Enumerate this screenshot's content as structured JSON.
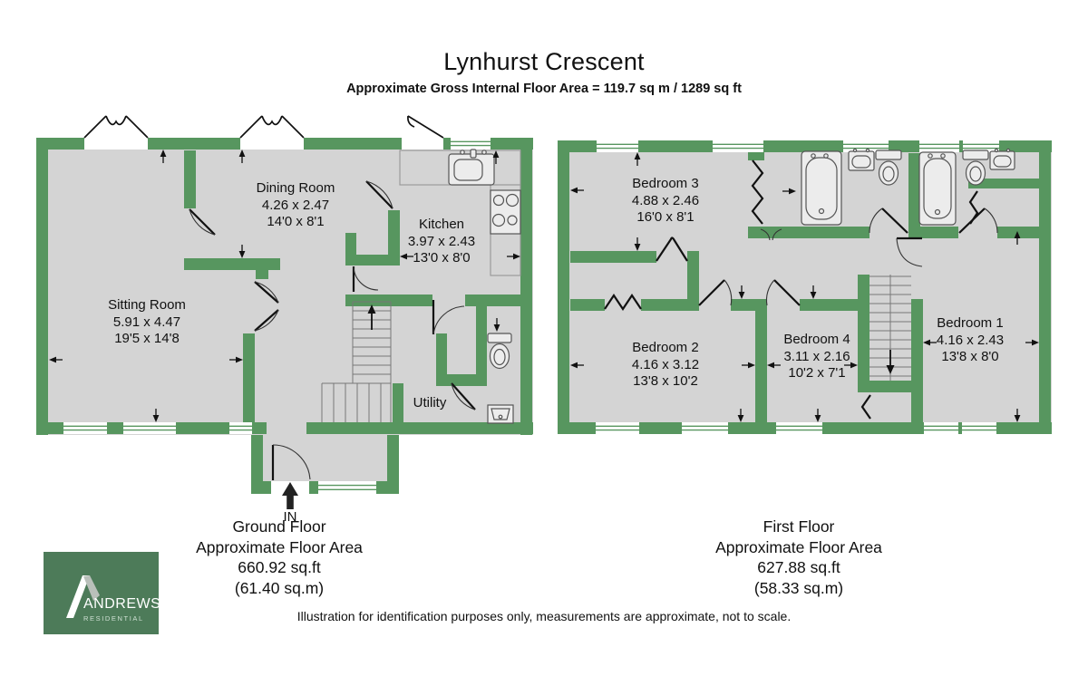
{
  "header": {
    "title": "Lynhurst Crescent",
    "subtitle": "Approximate Gross Internal Floor Area = 119.7 sq m / 1289 sq ft"
  },
  "ground_floor": {
    "rooms": {
      "sitting": {
        "name": "Sitting Room",
        "metric": "5.91 x 4.47",
        "imperial": "19'5 x 14'8"
      },
      "dining": {
        "name": "Dining Room",
        "metric": "4.26 x 2.47",
        "imperial": "14'0 x 8'1"
      },
      "kitchen": {
        "name": "Kitchen",
        "metric": "3.97 x 2.43",
        "imperial": "13'0 x 8'0"
      },
      "utility": {
        "name": "Utility"
      }
    },
    "entrance_label": "IN",
    "caption": [
      "Ground Floor",
      "Approximate Floor Area",
      "660.92 sq.ft",
      "(61.40 sq.m)"
    ]
  },
  "first_floor": {
    "rooms": {
      "bedroom3": {
        "name": "Bedroom 3",
        "metric": "4.88 x 2.46",
        "imperial": "16'0 x 8'1"
      },
      "bedroom2": {
        "name": "Bedroom 2",
        "metric": "4.16 x 3.12",
        "imperial": "13'8 x 10'2"
      },
      "bedroom4": {
        "name": "Bedroom 4",
        "metric": "3.11 x 2.16",
        "imperial": "10'2 x 7'1"
      },
      "bedroom1": {
        "name": "Bedroom 1",
        "metric": "4.16 x 2.43",
        "imperial": "13'8 x 8'0"
      }
    },
    "caption": [
      "First Floor",
      "Approximate Floor Area",
      "627.88 sq.ft",
      "(58.33 sq.m)"
    ]
  },
  "footer": {
    "disclaimer": "Illustration for identification purposes only, measurements are approximate, not to scale."
  },
  "logo": {
    "brand": "ANDREWS",
    "tagline": "RESIDENTIAL"
  },
  "colors": {
    "wall_green": "#57965f",
    "floor_gray": "#d4d4d4",
    "logo_green": "#4d7b59"
  }
}
